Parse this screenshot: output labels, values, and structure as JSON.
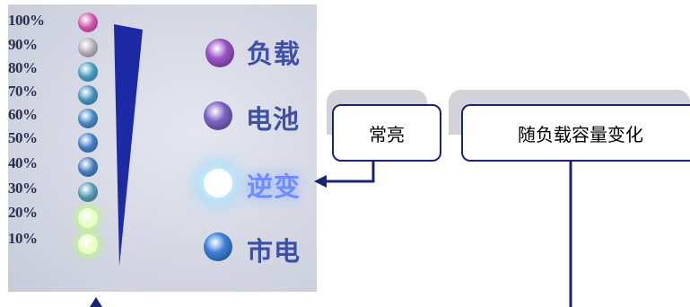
{
  "capacity_scale": {
    "levels": [
      {
        "label": "100%",
        "led_color": "#d85ab4",
        "lit": false
      },
      {
        "label": "90%",
        "led_color": "#bcb6c2",
        "lit": false
      },
      {
        "label": "80%",
        "led_color": "#4da3c8",
        "lit": false
      },
      {
        "label": "70%",
        "led_color": "#4b98c8",
        "lit": false
      },
      {
        "label": "60%",
        "led_color": "#4a8ccb",
        "lit": false
      },
      {
        "label": "50%",
        "led_color": "#4884cc",
        "lit": false
      },
      {
        "label": "40%",
        "led_color": "#4a82c8",
        "lit": false
      },
      {
        "label": "30%",
        "led_color": "#5aa0b8",
        "lit": false
      },
      {
        "label": "20%",
        "led_color": "#eaffc8",
        "lit": true
      },
      {
        "label": "10%",
        "led_color": "#eaffc8",
        "lit": true
      }
    ],
    "wedge_color": "#1c2aa6"
  },
  "status_indicators": [
    {
      "label": "负载",
      "led_color": "#9a55c8",
      "lit": false
    },
    {
      "label": "电池",
      "led_color": "#7f63c8",
      "lit": false
    },
    {
      "label": "逆变",
      "led_color": "#ffffff",
      "lit": true
    },
    {
      "label": "市电",
      "led_color": "#3d82d8",
      "lit": false
    }
  ],
  "callouts": {
    "steady_on": "常亮",
    "varies_with_load": "随负载容量变化"
  },
  "colors": {
    "callout_border": "#1a2470",
    "arrow": "#1a2470"
  }
}
